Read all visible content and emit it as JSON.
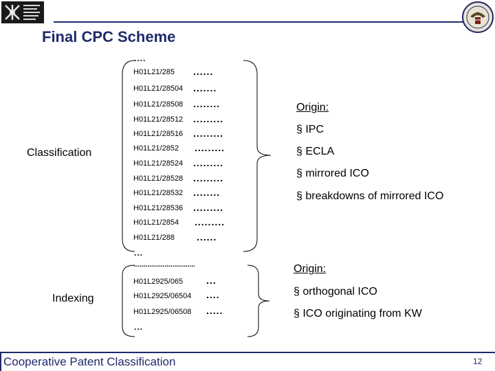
{
  "header": {
    "title": "Final CPC Scheme"
  },
  "classification": {
    "label": "Classification",
    "top_ellipsis": "....",
    "codes": [
      {
        "code": "H01L21/285",
        "dots": "......"
      },
      {
        "code": "H01L21/28504",
        "dots": "......."
      },
      {
        "code": "H01L21/28508",
        "dots": "........"
      },
      {
        "code": "H01L21/28512",
        "dots": "........."
      },
      {
        "code": "H01L21/28516",
        "dots": "........."
      },
      {
        "code": "H01L21/2852",
        "dots": "........."
      },
      {
        "code": "H01L21/28524",
        "dots": "........."
      },
      {
        "code": "H01L21/28528",
        "dots": "........."
      },
      {
        "code": "H01L21/28532",
        "dots": "........"
      },
      {
        "code": "H01L21/28536",
        "dots": "........."
      },
      {
        "code": "H01L21/2854",
        "dots": "........."
      },
      {
        "code": "H01L21/288",
        "dots": "......"
      }
    ],
    "bottom_ellipsis": "...",
    "origin": {
      "title": "Origin:",
      "items": [
        "§ IPC",
        "§ ECLA",
        "§ mirrored ICO",
        "§ breakdowns of mirrored ICO"
      ]
    }
  },
  "indexing": {
    "label": "Indexing",
    "separator": "................................",
    "codes": [
      {
        "code": "H01L2925/065",
        "dots": "..."
      },
      {
        "code": "H01L2925/06504",
        "dots": "...."
      },
      {
        "code": "H01L2925/06508",
        "dots": "....."
      }
    ],
    "bottom_ellipsis": "...",
    "origin": {
      "title": "Origin:",
      "items": [
        "§ orthogonal ICO",
        "§ ICO originating from KW"
      ]
    }
  },
  "footer": {
    "text": "Cooperative Patent Classification",
    "page_number": "12"
  },
  "colors": {
    "accent": "#1f2a6b"
  },
  "icons": {
    "left_logo": "epo-logo-icon",
    "right_logo": "uspto-seal-icon"
  }
}
